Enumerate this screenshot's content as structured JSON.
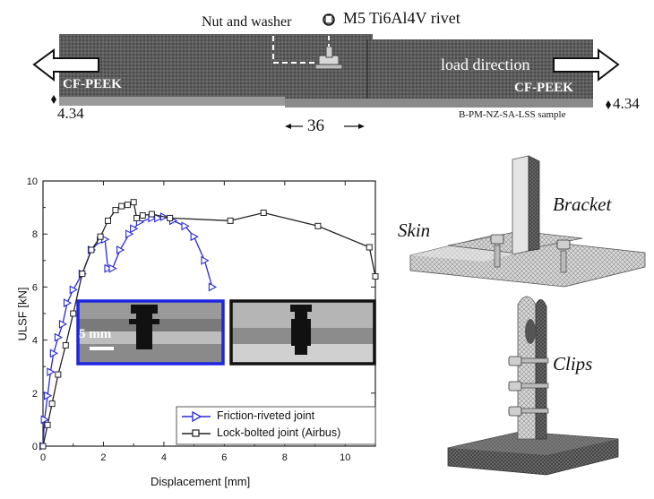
{
  "top_figure": {
    "rivet_label": "M5 Ti6Al4V rivet",
    "nut_label": "Nut and washer",
    "load_direction": "load direction",
    "left_plate": "CF-PEEK",
    "right_plate": "CF-PEEK",
    "left_thickness": "4.34",
    "right_thickness": "4.34",
    "overlap": "36",
    "sample_id": "B-PM-NZ-SA-LSS sample"
  },
  "chart_data": {
    "type": "line",
    "xlabel": "Displacement [mm]",
    "ylabel": "ULSF [kN]",
    "xlim": [
      0,
      11
    ],
    "ylim": [
      0,
      10
    ],
    "x_ticks": [
      "0",
      "2",
      "4",
      "6",
      "8",
      "10"
    ],
    "y_ticks": [
      "0",
      "2",
      "4",
      "6",
      "8",
      "10"
    ],
    "grid": false,
    "legend_position": "bottom-right",
    "series": [
      {
        "name": "Friction-riveted joint",
        "color": "#2929d6",
        "marker": "triangle-right",
        "x": [
          0,
          0.05,
          0.15,
          0.25,
          0.35,
          0.5,
          0.65,
          0.8,
          1.0,
          1.3,
          1.6,
          1.9,
          2.05,
          2.15,
          2.3,
          2.55,
          2.85,
          3.0,
          3.2,
          3.6,
          3.8,
          4.0,
          4.3,
          4.7,
          5.0,
          5.35,
          5.6
        ],
        "y": [
          0,
          1.0,
          1.9,
          2.8,
          3.5,
          4.1,
          4.6,
          5.4,
          5.9,
          6.5,
          7.4,
          7.75,
          7.8,
          6.7,
          6.7,
          7.4,
          8.0,
          8.2,
          8.45,
          8.6,
          8.6,
          8.65,
          8.5,
          8.3,
          7.9,
          7.0,
          6.0
        ]
      },
      {
        "name": "Lock-bolted joint (Airbus)",
        "color": "#222222",
        "marker": "square",
        "x": [
          0,
          0.15,
          0.3,
          0.5,
          0.75,
          1.0,
          1.3,
          1.6,
          1.9,
          2.15,
          2.4,
          2.6,
          2.8,
          3.0,
          3.1,
          3.3,
          3.6,
          4.2,
          6.2,
          7.3,
          9.1,
          10.8,
          11.0
        ],
        "y": [
          0,
          0.8,
          1.6,
          2.7,
          3.8,
          5.0,
          6.5,
          7.4,
          7.9,
          8.5,
          8.9,
          9.05,
          9.1,
          9.2,
          8.6,
          8.7,
          8.75,
          8.6,
          8.5,
          8.8,
          8.3,
          7.5,
          6.4
        ]
      }
    ]
  },
  "inset": {
    "scale_bar_label": "5 mm"
  },
  "illustrations": {
    "skin_label": "Skin",
    "bracket_label": "Bracket",
    "clips_label": "Clips"
  }
}
